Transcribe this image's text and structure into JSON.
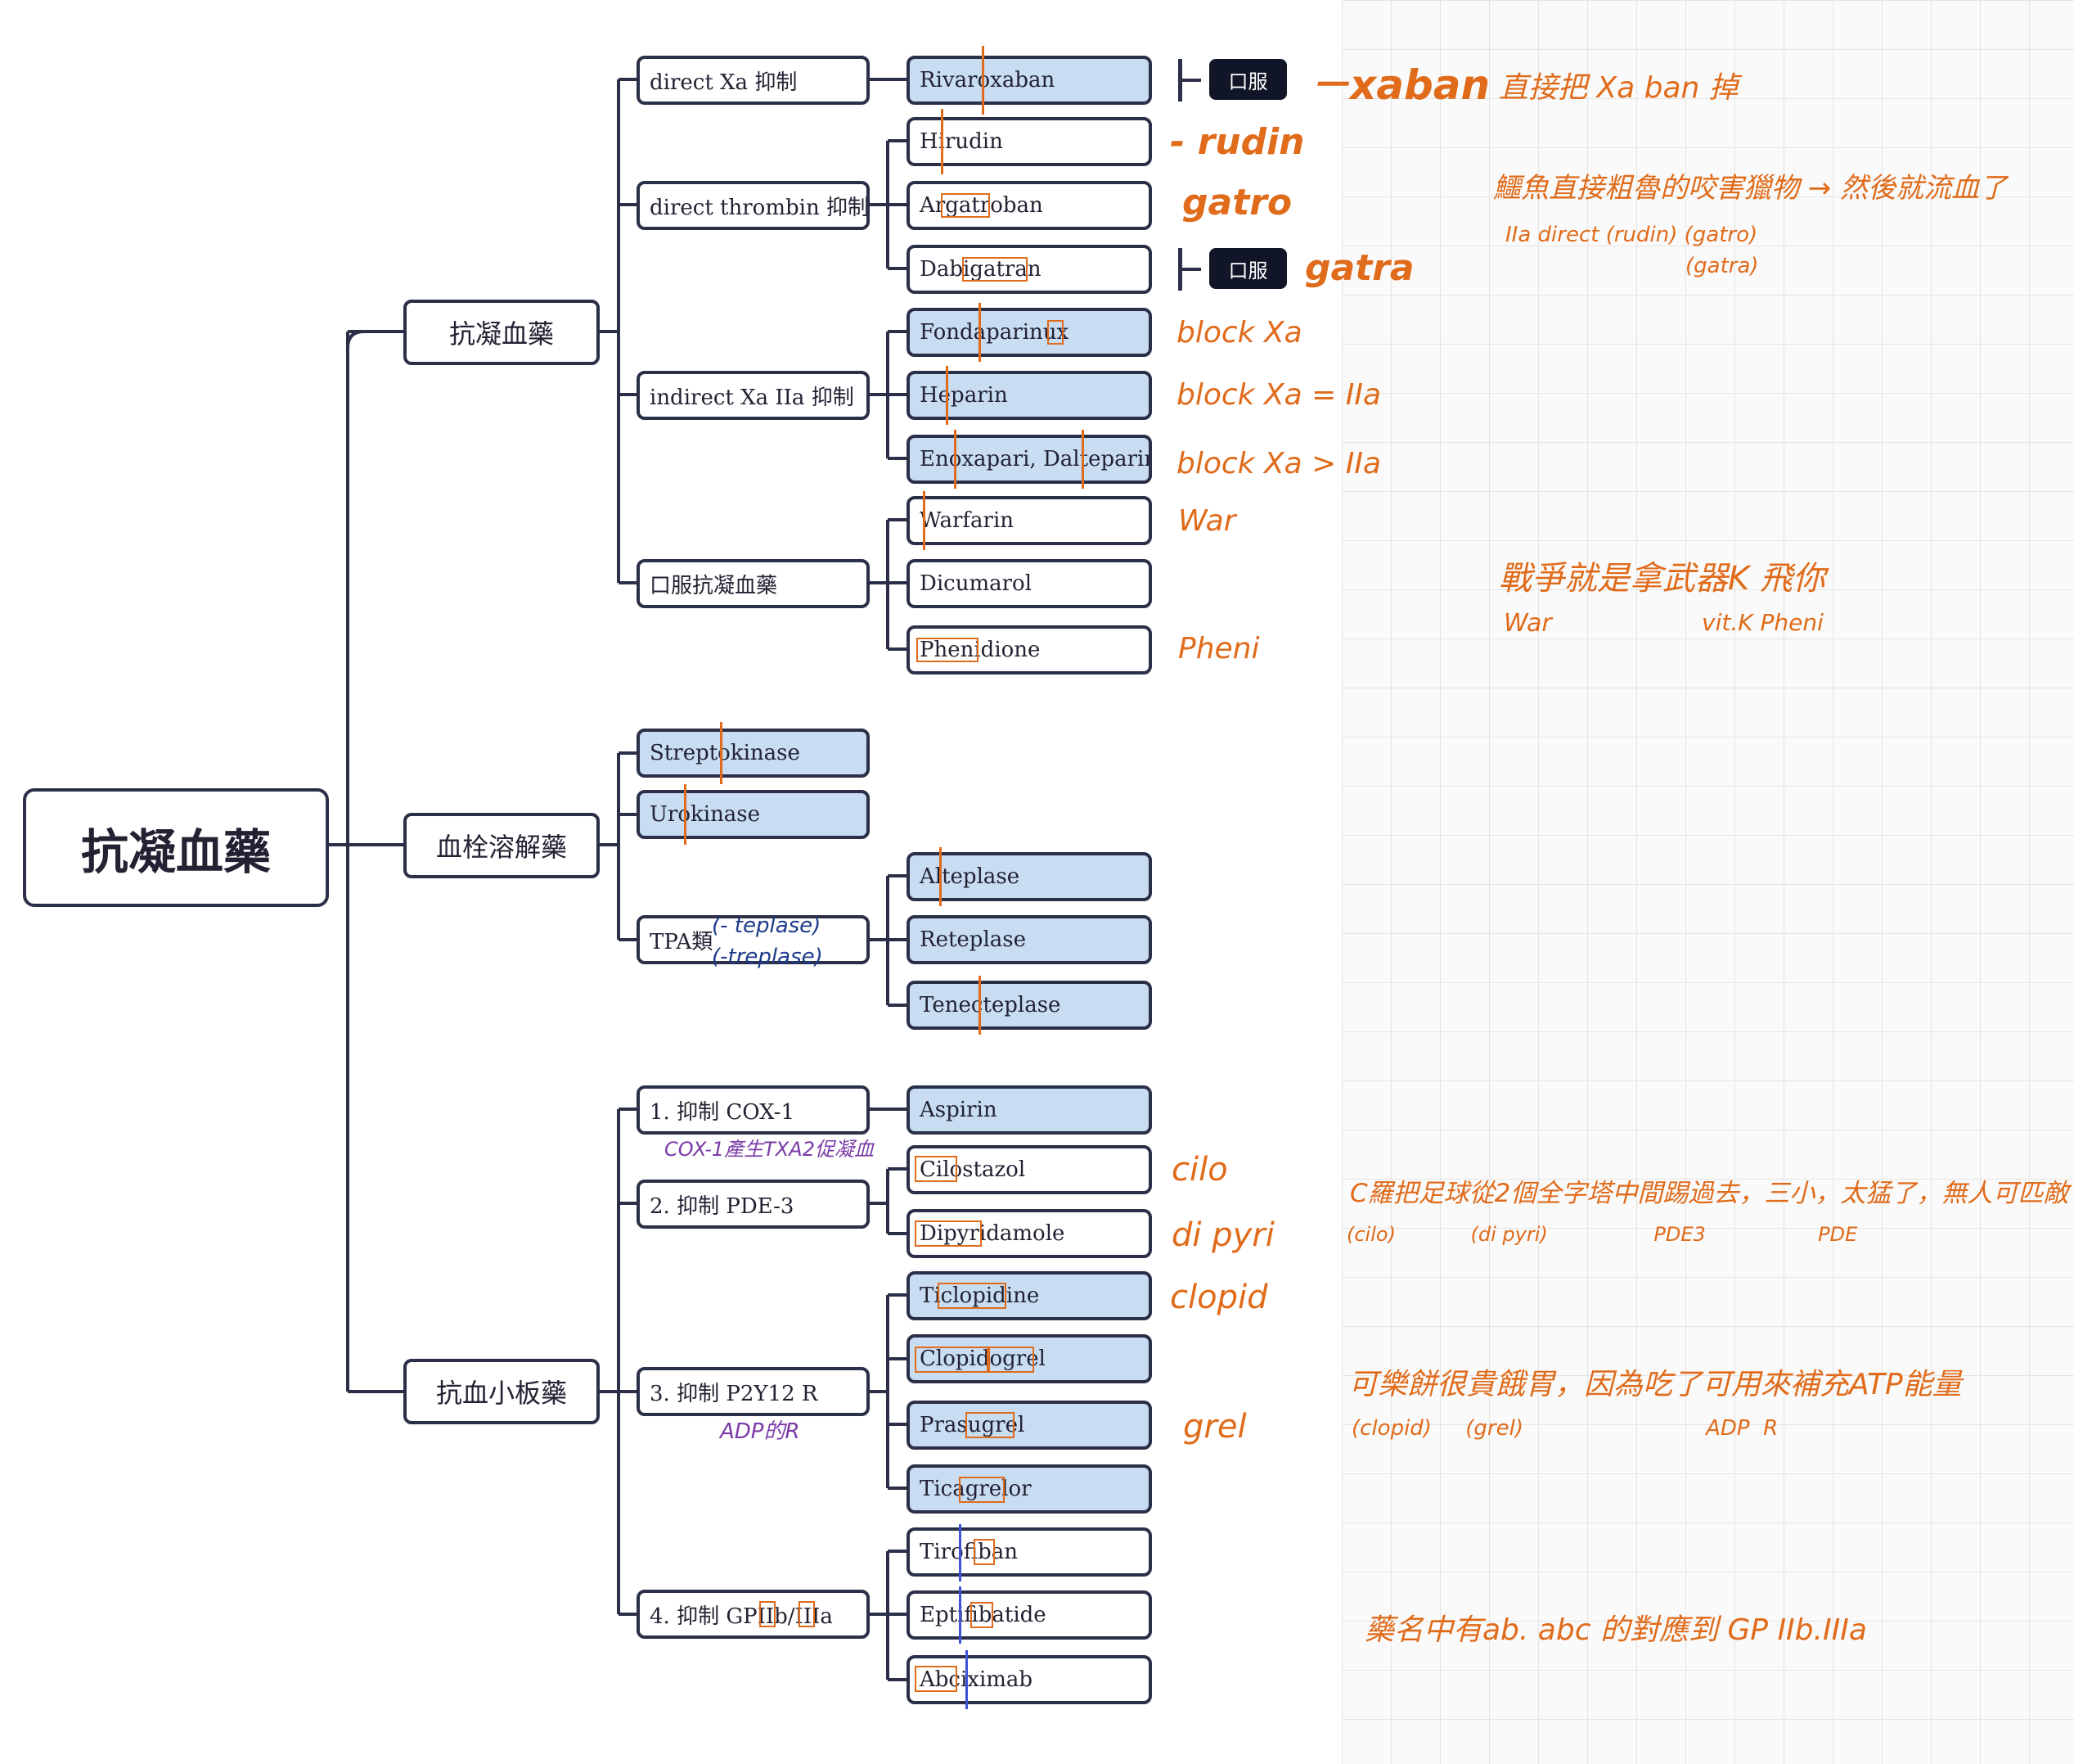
{
  "root": {
    "label": "抗凝血藥"
  },
  "categories": {
    "anticoagulant": "抗凝血藥",
    "thrombolytic": "血栓溶解藥",
    "antiplatelet": "抗血小板藥"
  },
  "groups": {
    "direct_xa": "direct Xa 抑制",
    "direct_thrombin": "direct thrombin 抑制",
    "indirect_xa_iia": "indirect Xa IIa 抑制",
    "oral_anticoag": "口服抗凝血藥",
    "tpa": "TPA類",
    "cox1": "1. 抑制 COX-1",
    "pde3": "2. 抑制 PDE-3",
    "p2y12": "3. 抑制 P2Y12 R",
    "gp": "4. 抑制 GPIIb/IIIa"
  },
  "drugs": {
    "rivaroxaban": "Rivaroxaban",
    "hirudin": "Hirudin",
    "argatroban": "Argatroban",
    "dabigatran": "Dabigatran",
    "fondaparinux": "Fondaparinux",
    "heparin": "Heparin",
    "enoxaparin": "Enoxapari, Dalteparin",
    "warfarin": "Warfarin",
    "dicumarol": "Dicumarol",
    "phenidione": "Phenidione",
    "streptokinase": "Streptokinase",
    "urokinase": "Urokinase",
    "alteplase": "Alteplase",
    "reteplase": "Reteplase",
    "tenecteplase": "Tenecteplase",
    "aspirin": "Aspirin",
    "cilostazol": "Cilostazol",
    "dipyridamole": "Dipyridamole",
    "ticlopidine": "Ticlopidine",
    "clopidogrel": "Clopidogrel",
    "prasugrel": "Prasugrel",
    "ticagrelor": "Ticagrelor",
    "tirofiban": "Tirofiban",
    "eptifibatide": "Eptifibatide",
    "abciximab": "Abciximab"
  },
  "badges": {
    "oral1": "口服",
    "oral2": "口服"
  },
  "annotations": {
    "xaban": "－xaban",
    "xaban_note": "直接把 Xa ban 掉",
    "rudin": "- rudin",
    "gatro": "gatro",
    "gatra": "gatra",
    "eel_note": "鱷魚直接粗魯的咬害獵物 → 然後就流血了",
    "eel_sub": "IIa    direct  (rudin)  (gatro)",
    "eel_sub2": "(gatra)",
    "block_xa": "block  Xa",
    "block_xa_eq": "block  Xa  =  IIa",
    "block_xa_gt": "block  Xa  >  IIa",
    "war": "War",
    "pheni": "Pheni",
    "war_note": "戰爭就是拿武器K 飛你",
    "war_sub": "War",
    "war_sub2": "vit.K  Pheni",
    "teplase": "(- teplase)",
    "treplase": "(-treplase)",
    "cox_note": "COX-1產生TXA2促凝血",
    "cilo": "cilo",
    "dipyri": "di  pyri",
    "clopid": "clopid",
    "grel": "grel",
    "c_note": "C羅把足球從2個全字塔中間踢過去，三小，太猛了，無人可匹敵",
    "c_sub": "(cilo)            (di pyri)                 PDE3                  PDE",
    "adp_label": "ADP的R",
    "clopid_note": "可樂餅很貴餓胃，因為吃了可用來補充ATP能量",
    "clopid_sub": "(clopid)     (grel)                           ADP  R",
    "gp_note": "藥名中有ab. abc 的對應到 GP IIb.IIIa"
  }
}
